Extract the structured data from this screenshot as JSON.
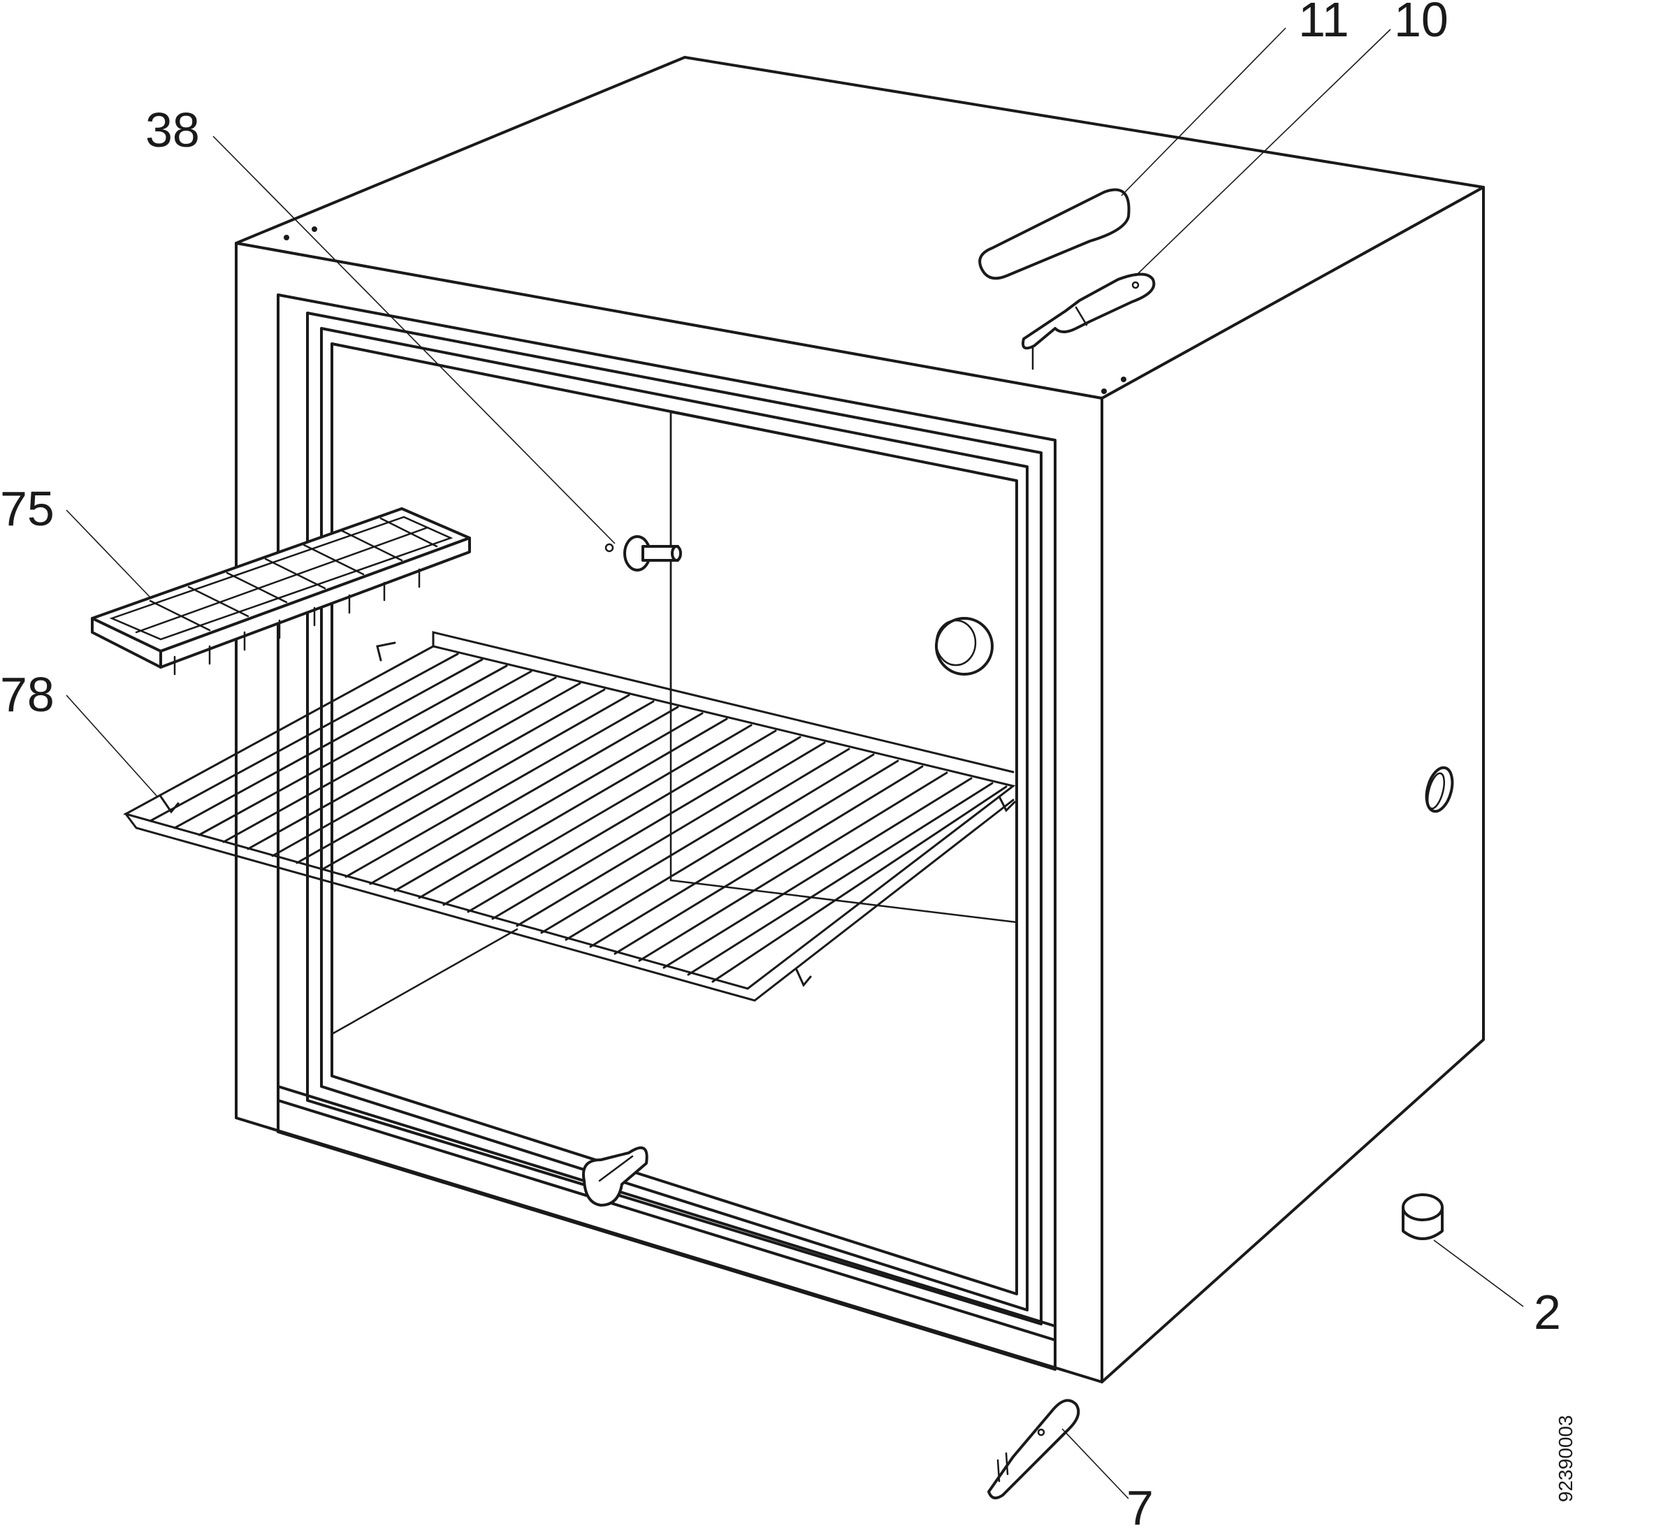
{
  "labels": {
    "l11": "11",
    "l10": "10",
    "l38": "38",
    "l75": "75",
    "l78": "78",
    "l2": "2",
    "l7": "7"
  },
  "drawing_code": "92390003"
}
